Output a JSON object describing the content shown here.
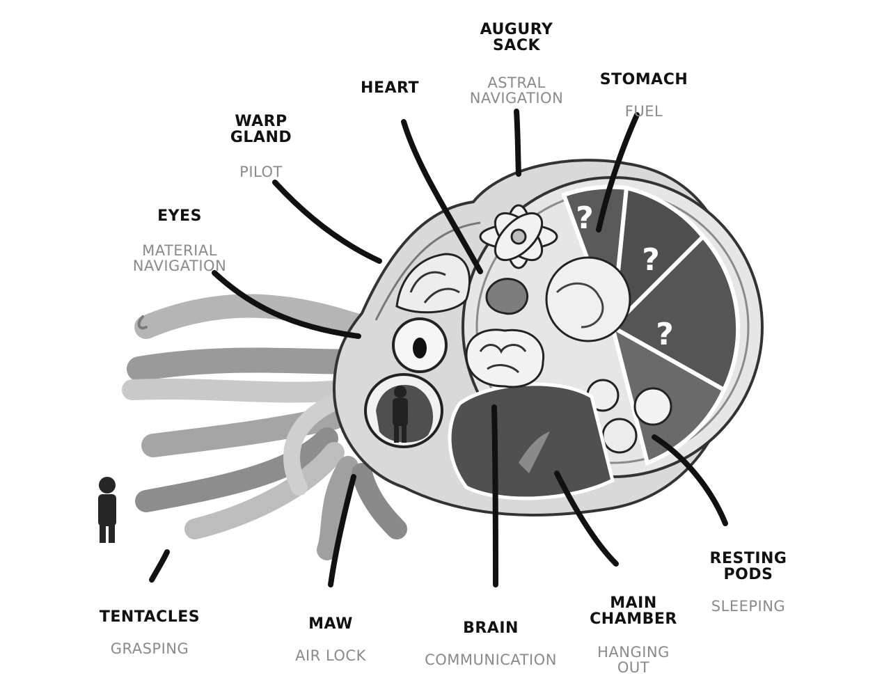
{
  "labels": {
    "augury_sack": {
      "name": "AUGURY\nSACK",
      "fn": "ASTRAL\nNAVIGATION"
    },
    "heart": {
      "name": "HEART",
      "fn": ""
    },
    "stomach": {
      "name": "STOMACH",
      "fn": "FUEL"
    },
    "warp_gland": {
      "name": "WARP\nGLAND",
      "fn": "PILOT"
    },
    "eyes": {
      "name": "EYES",
      "fn": "MATERIAL\nNAVIGATION"
    },
    "tentacles": {
      "name": "TENTACLES",
      "fn": "GRASPING"
    },
    "maw": {
      "name": "MAW",
      "fn": "AIR LOCK"
    },
    "brain": {
      "name": "BRAIN",
      "fn": "COMMUNICATION"
    },
    "main_chamber": {
      "name": "MAIN\nCHAMBER",
      "fn": "HANGING\nOUT"
    },
    "resting_pods": {
      "name": "RESTING\nPODS",
      "fn": "SLEEPING"
    }
  },
  "stomach_marks": [
    "?",
    "?",
    "?"
  ],
  "colors": {
    "ink": "#111111",
    "function_text": "#8a8a8a",
    "body_light": "#d9d9d9",
    "body_mid": "#9e9e9e",
    "chamber_dark": "#555555"
  }
}
